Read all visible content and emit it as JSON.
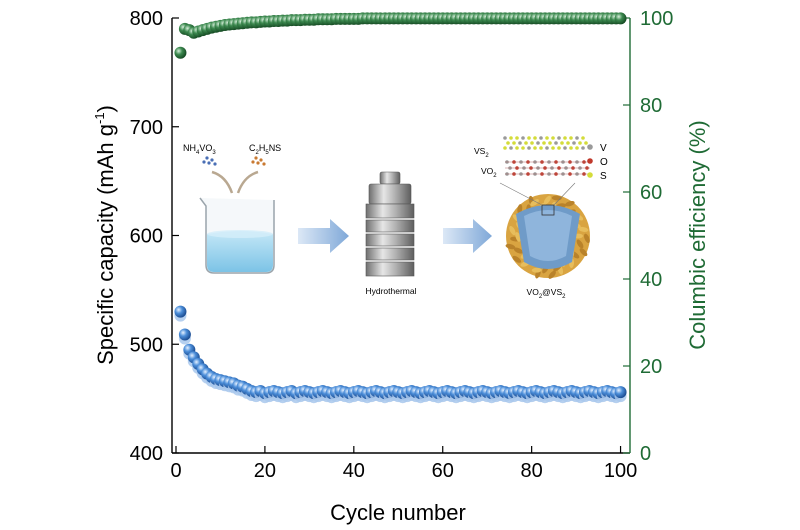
{
  "chart_data": {
    "type": "scatter",
    "xlabel": "Cycle number",
    "ylabel_left": "Specific capacity (mAh g",
    "ylabel_left_superscript": "-1",
    "ylabel_left_close": ")",
    "ylabel_right": "Columbic efficiency (%)",
    "xlim": [
      0,
      101
    ],
    "ylim_left": [
      400,
      800
    ],
    "ylim_right": [
      0,
      100
    ],
    "x_ticks": [
      0,
      20,
      40,
      60,
      80,
      100
    ],
    "y_left_ticks": [
      400,
      500,
      600,
      700,
      800
    ],
    "y_right_ticks": [
      0,
      20,
      40,
      60,
      80,
      100
    ],
    "series": [
      {
        "axis": "left",
        "color": "#3a78c4",
        "x": [
          1,
          2,
          3,
          4,
          5,
          6,
          7,
          8,
          9,
          10,
          11,
          12,
          13,
          14,
          15,
          16,
          17,
          18,
          19,
          20,
          21,
          22,
          23,
          24,
          25,
          26,
          27,
          28,
          29,
          30,
          31,
          32,
          33,
          34,
          35,
          36,
          37,
          38,
          39,
          40,
          41,
          42,
          43,
          44,
          45,
          46,
          47,
          48,
          49,
          50,
          51,
          52,
          53,
          54,
          55,
          56,
          57,
          58,
          59,
          60,
          61,
          62,
          63,
          64,
          65,
          66,
          67,
          68,
          69,
          70,
          71,
          72,
          73,
          74,
          75,
          76,
          77,
          78,
          79,
          80,
          81,
          82,
          83,
          84,
          85,
          86,
          87,
          88,
          89,
          90,
          91,
          92,
          93,
          94,
          95,
          96,
          97,
          98,
          99,
          100
        ],
        "values": [
          530,
          509,
          495,
          488,
          482,
          477,
          473,
          470,
          468,
          467,
          466,
          465,
          464,
          462,
          461,
          459,
          457,
          456,
          457,
          455,
          456,
          457,
          456,
          455,
          456,
          457,
          455,
          456,
          457,
          456,
          455,
          456,
          457,
          456,
          455,
          456,
          457,
          456,
          455,
          456,
          457,
          456,
          455,
          456,
          457,
          456,
          455,
          456,
          457,
          456,
          455,
          456,
          457,
          456,
          455,
          456,
          457,
          456,
          455,
          456,
          457,
          456,
          455,
          456,
          457,
          456,
          455,
          456,
          457,
          456,
          455,
          456,
          457,
          456,
          455,
          456,
          457,
          456,
          455,
          456,
          457,
          456,
          455,
          456,
          457,
          456,
          455,
          456,
          457,
          456,
          455,
          456,
          457,
          456,
          455,
          456,
          457,
          456,
          455,
          456
        ]
      },
      {
        "axis": "right",
        "color": "#2e6e3e",
        "x": [
          1,
          2,
          3,
          4,
          5,
          6,
          7,
          8,
          9,
          10,
          11,
          12,
          13,
          14,
          15,
          16,
          17,
          18,
          19,
          20,
          21,
          22,
          23,
          24,
          25,
          26,
          27,
          28,
          29,
          30,
          31,
          32,
          33,
          34,
          35,
          36,
          37,
          38,
          39,
          40,
          41,
          42,
          43,
          44,
          45,
          46,
          47,
          48,
          49,
          50,
          51,
          52,
          53,
          54,
          55,
          56,
          57,
          58,
          59,
          60,
          61,
          62,
          63,
          64,
          65,
          66,
          67,
          68,
          69,
          70,
          71,
          72,
          73,
          74,
          75,
          76,
          77,
          78,
          79,
          80,
          81,
          82,
          83,
          84,
          85,
          86,
          87,
          88,
          89,
          90,
          91,
          92,
          93,
          94,
          95,
          96,
          97,
          98,
          99,
          100
        ],
        "values": [
          92.0,
          97.5,
          97.2,
          96.6,
          96.9,
          97.2,
          97.5,
          97.8,
          98.0,
          98.2,
          98.4,
          98.5,
          98.6,
          98.7,
          98.8,
          98.9,
          99.0,
          99.0,
          99.1,
          99.2,
          99.2,
          99.3,
          99.3,
          99.4,
          99.4,
          99.5,
          99.5,
          99.5,
          99.6,
          99.6,
          99.6,
          99.7,
          99.7,
          99.7,
          99.7,
          99.8,
          99.8,
          99.8,
          99.8,
          99.8,
          99.8,
          99.9,
          99.9,
          99.9,
          99.9,
          99.9,
          99.9,
          99.9,
          99.9,
          99.9,
          99.9,
          99.9,
          99.9,
          99.9,
          99.9,
          99.9,
          99.9,
          99.9,
          99.9,
          99.9,
          99.9,
          99.9,
          99.9,
          99.9,
          99.9,
          99.9,
          99.9,
          99.9,
          99.9,
          99.9,
          99.9,
          99.9,
          99.9,
          99.9,
          99.9,
          99.9,
          99.9,
          99.9,
          99.9,
          99.9,
          99.9,
          99.9,
          99.9,
          99.9,
          99.9,
          99.9,
          99.9,
          99.9,
          99.9,
          99.9,
          99.9,
          99.9,
          99.9,
          99.9,
          99.9,
          99.9,
          99.9,
          99.9,
          99.9,
          99.9
        ]
      }
    ],
    "grid": false,
    "legend": "none"
  },
  "inset": {
    "reagent1_main": "NH",
    "reagent1_sub1": "4",
    "reagent1_mid": "VO",
    "reagent1_sub2": "3",
    "reagent2_c": "C",
    "reagent2_sub1": "2",
    "reagent2_h": "H",
    "reagent2_sub2": "5",
    "reagent2_rest": "NS",
    "step_label": "Hydrothermal",
    "layer_vs_main": "VS",
    "layer_vs_sub": "2",
    "layer_vo_main": "VO",
    "layer_vo_sub": "2",
    "legend_v": "V",
    "legend_o": "O",
    "legend_s": "S",
    "product_vo": "VO",
    "product_vo_sub": "2",
    "product_at": "@VS",
    "product_vs_sub": "2",
    "colors": {
      "left_axis": "#000000",
      "right_axis": "#1f6b35",
      "capacity_dots": "#3a78c4",
      "efficiency_dots": "#2e6e3e",
      "arrow": "#8fb3dc",
      "solution": "#9fd3ee",
      "shell": "#d9a441",
      "core": "#6f9bc8"
    }
  }
}
